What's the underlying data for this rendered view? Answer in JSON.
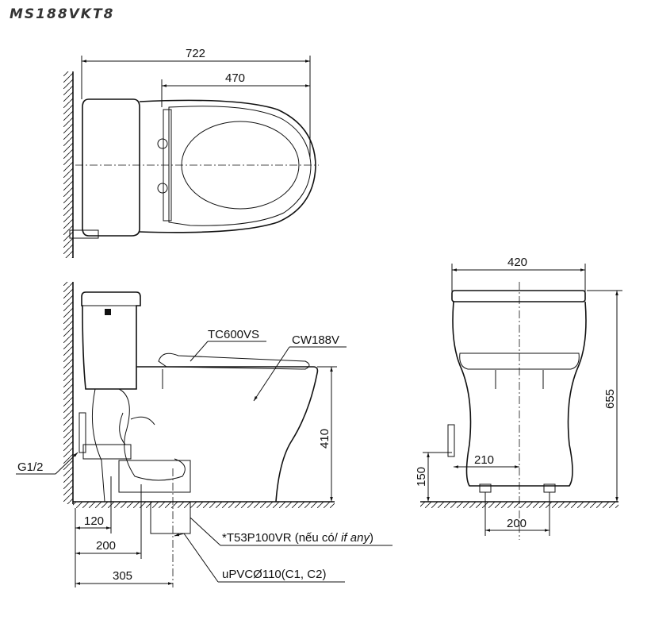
{
  "title": "MS188VKT8",
  "top_view": {
    "dim_overall": "722",
    "dim_seat": "470"
  },
  "side_view": {
    "dim_height": "410",
    "label_seat": "TC600VS",
    "label_bowl": "CW188V",
    "label_inlet": "G1/2",
    "dim_120": "120",
    "dim_200": "200",
    "dim_305": "305",
    "label_flange": "*T53P100VR (nếu có/",
    "label_flange_italic": " if any",
    "label_flange_end": ")",
    "label_pipe": "uPVCØ110(C1, C2)"
  },
  "front_view": {
    "dim_width": "420",
    "dim_height": "655",
    "dim_inlet_height": "150",
    "dim_inlet_offset": "210",
    "dim_bolts": "200"
  }
}
